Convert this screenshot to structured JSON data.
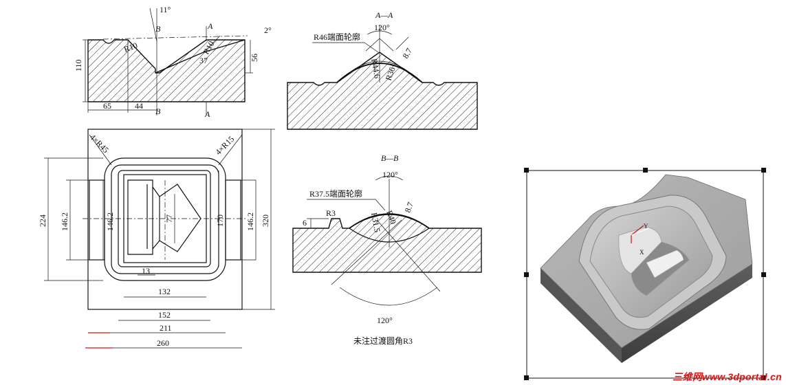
{
  "drawing": {
    "top_view": {
      "dims": {
        "angle_top": "11°",
        "angle_right": "2°",
        "r_left": "R10",
        "r_right": "R10",
        "angle_37": "37",
        "height_110": "110",
        "height_56": "56",
        "w_65": "65",
        "w_44": "44",
        "sec_a": "A",
        "sec_b": "B"
      }
    },
    "plan_view": {
      "dims": {
        "r45": "4×R45",
        "r15": "4×R15",
        "h_224": "224",
        "h_146_outer": "146.2",
        "h_146_inner": "146.2",
        "h_77": "77",
        "h_170": "170",
        "h_146_right": "146.2",
        "h_320": "320",
        "w_13": "13",
        "w_132": "132",
        "w_152": "152",
        "w_211": "211",
        "w_260": "260"
      }
    },
    "section_aa": {
      "title": "A—A",
      "angle": "120°",
      "profile_note": "R46端面轮廓",
      "d_87": "8.7",
      "r36": "R36",
      "r446": "R44.6"
    },
    "section_bb": {
      "title": "B—B",
      "angle_top": "120°",
      "profile_note": "R37.5端面轮廓",
      "d_87": "8.7",
      "r3": "R3",
      "d_6": "6",
      "r40": "R40",
      "r315": "R31.5",
      "angle_bottom": "120°",
      "note": "未注过渡圆角R3"
    },
    "model_view": {
      "axis_y": "Y",
      "axis_x": "X"
    }
  },
  "watermark": "三维网www.3dportal.cn"
}
